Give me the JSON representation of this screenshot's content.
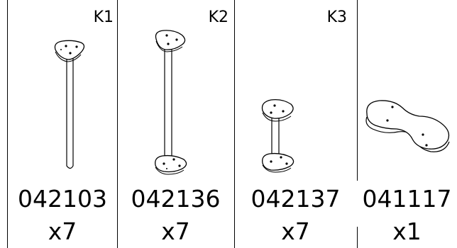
{
  "items": [
    {
      "label": "K1",
      "code": "042103",
      "qty": "x7",
      "icon": "long-rod-single-disc-icon"
    },
    {
      "label": "K2",
      "code": "042136",
      "qty": "x7",
      "icon": "long-rod-double-disc-icon"
    },
    {
      "label": "K3",
      "code": "042137",
      "qty": "x7",
      "icon": "short-rod-double-disc-icon"
    },
    {
      "label": "",
      "code": "041117",
      "qty": "x1",
      "icon": "dogbone-plate-icon"
    }
  ]
}
